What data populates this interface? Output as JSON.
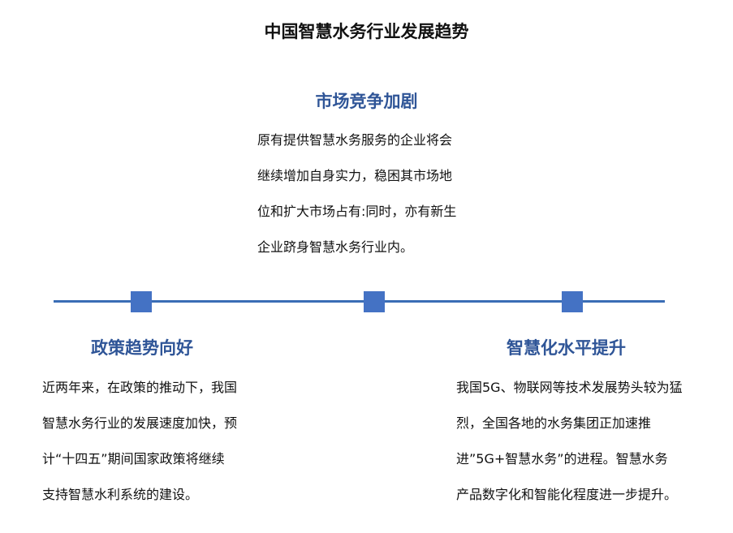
{
  "title": "中国智慧水务行业发展趋势",
  "colors": {
    "heading": "#2f5597",
    "timeline_line": "#3a6db5",
    "timeline_node": "#4472c4"
  },
  "sections": {
    "top": {
      "heading": "市场竞争加剧",
      "lines": [
        "原有提供智慧水务服务的企业将会",
        "继续增加自身实力，稳困其市场地",
        "位和扩大市场占有:同时，亦有新生",
        "企业跻身智慧水务行业内。"
      ]
    },
    "left": {
      "heading": "政策趋势向好",
      "lines": [
        "近两年来，在政策的推动下，我国",
        "智慧水务行业的发展速度加快，预",
        "计“十四五”期间国家政策将继续",
        "支持智慧水利系统的建设。"
      ]
    },
    "right": {
      "heading": "智慧化水平提升",
      "lines": [
        "我国5G、物联网等技术发展势头较为猛",
        "烈，全国各地的水务集团正加速推",
        "进”5G+智慧水务”的进程。智慧水务",
        "产品数字化和智能化程度进一步提升。"
      ]
    }
  }
}
